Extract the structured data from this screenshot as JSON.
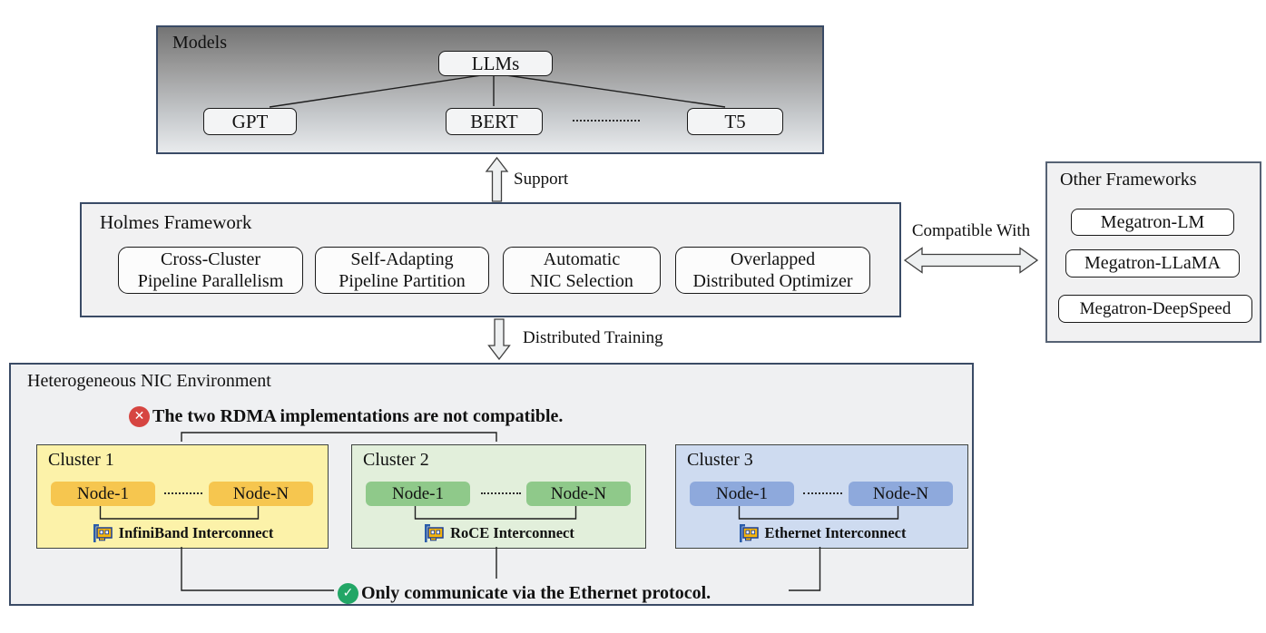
{
  "colors": {
    "panel_border": "#3a4b66",
    "panel_bg": "#f1f1f2",
    "models_gradient_top": "#747474",
    "models_gradient_bottom": "#e9ebed",
    "cluster1_bg": "#FCF2A9",
    "cluster1_node": "#F6C64F",
    "cluster2_bg": "#E2EFDB",
    "cluster2_node": "#8FC98A",
    "cluster3_bg": "#CEDBF0",
    "cluster3_node": "#8EA9DC",
    "error_red": "#D64541",
    "success_green": "#22A666",
    "line_color": "#1f1f1f",
    "arrow_fill": "#eef0f1"
  },
  "models_panel": {
    "title": "Models",
    "root": "LLMs",
    "children": [
      "GPT",
      "BERT",
      "T5"
    ]
  },
  "arrows": {
    "support": "Support",
    "distributed_training": "Distributed Training",
    "compatible_with": "Compatible With"
  },
  "holmes_panel": {
    "title": "Holmes Framework",
    "features": [
      {
        "line1": "Cross-Cluster",
        "line2": "Pipeline Parallelism"
      },
      {
        "line1": "Self-Adapting",
        "line2": "Pipeline Partition"
      },
      {
        "line1": "Automatic",
        "line2": "NIC Selection"
      },
      {
        "line1": "Overlapped",
        "line2": "Distributed Optimizer"
      }
    ]
  },
  "other_frameworks_panel": {
    "title": "Other Frameworks",
    "items": [
      "Megatron-LM",
      "Megatron-LLaMA",
      "Megatron-DeepSpeed"
    ]
  },
  "nic_panel": {
    "title": "Heterogeneous NIC Environment",
    "rdma_note": "The two RDMA implementations are not compatible.",
    "ethernet_note": "Only communicate via the Ethernet protocol.",
    "clusters": [
      {
        "name": "Cluster 1",
        "first_node": "Node-1",
        "last_node": "Node-N",
        "interconnect": "InfiniBand Interconnect"
      },
      {
        "name": "Cluster 2",
        "first_node": "Node-1",
        "last_node": "Node-N",
        "interconnect": "RoCE Interconnect"
      },
      {
        "name": "Cluster 3",
        "first_node": "Node-1",
        "last_node": "Node-N",
        "interconnect": "Ethernet Interconnect"
      }
    ]
  },
  "icons": {
    "error_glyph": "✕",
    "success_glyph": "✓"
  }
}
